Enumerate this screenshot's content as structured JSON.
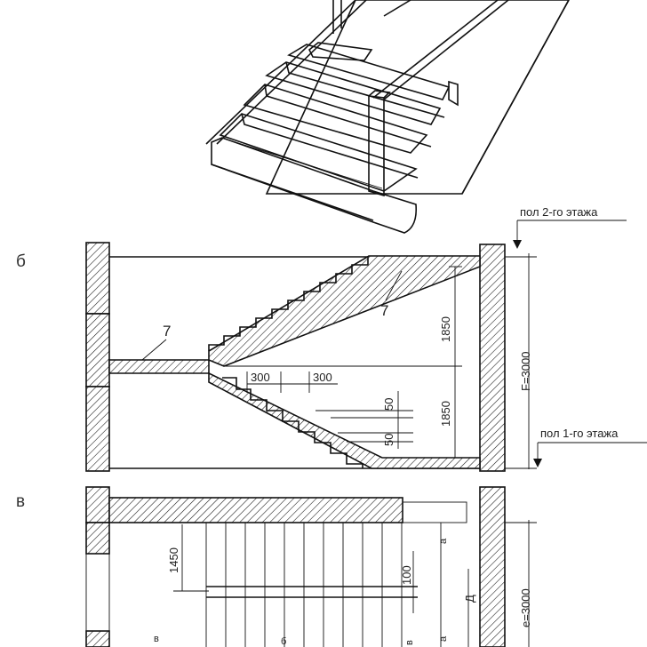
{
  "panels": {
    "b": "б",
    "v": "в"
  },
  "callouts": {
    "floor2": "пол 2-го этажа",
    "floor1": "пол 1-го этажа"
  },
  "section": {
    "mark_left": "7",
    "mark_right": "7",
    "dim_upper": "1850",
    "dim_lower": "1850",
    "dim_total": "F=3000",
    "tread_left": "300",
    "tread_right": "300",
    "riser_upper": "50",
    "riser_lower": "50"
  },
  "plan": {
    "dim_landing": "1450",
    "dim_gap": "100",
    "dim_total": "e=3000",
    "letter_a_top": "а",
    "letter_a_bottom": "а",
    "letter_d": "Д",
    "letter_v_left": "в",
    "letter_b": "б",
    "letter_v_right": "в"
  },
  "colors": {
    "ink": "#111111",
    "paper": "#ffffff"
  }
}
